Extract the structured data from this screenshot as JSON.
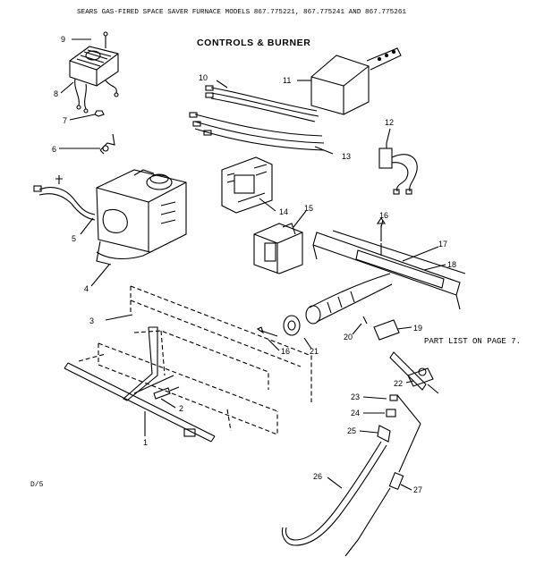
{
  "header": "SEARS GAS-FIRED SPACE SAVER FURNACE MODELS 867.775221, 867.775241 AND 867.775261",
  "title": "CONTROLS & BURNER",
  "note": "PART LIST ON PAGE 7.",
  "drawing_code": "D/5",
  "callouts": [
    "1",
    "2",
    "3",
    "4",
    "5",
    "6",
    "7",
    "8",
    "9",
    "10",
    "11",
    "12",
    "13",
    "14",
    "15",
    "16",
    "16",
    "17",
    "18",
    "19",
    "20",
    "21",
    "22",
    "23",
    "24",
    "25",
    "26",
    "27"
  ]
}
